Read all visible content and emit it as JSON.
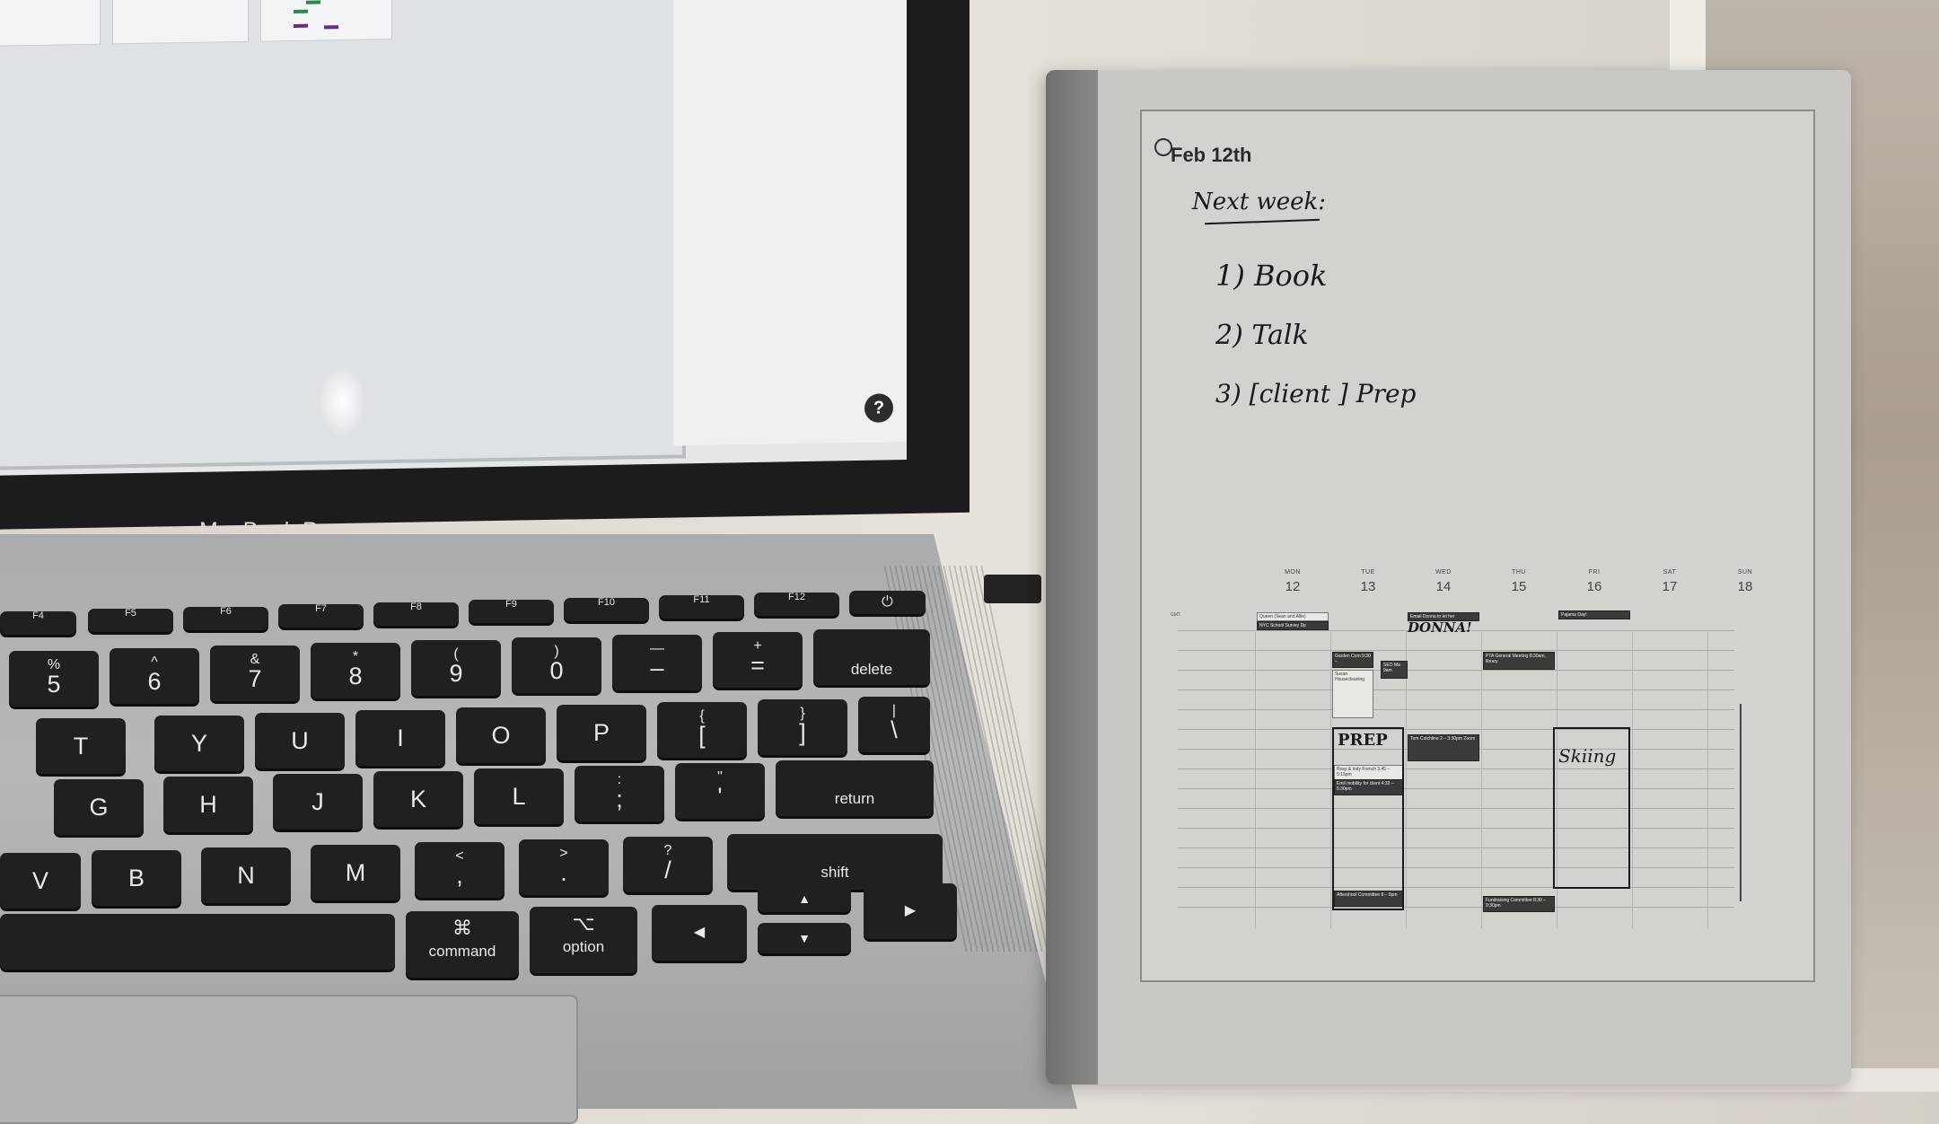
{
  "laptop": {
    "brand": "MacBook Pro",
    "help_button": "?"
  },
  "keyboard": {
    "fn_row": [
      "F4",
      "F5",
      "F6",
      "F7",
      "F8",
      "F9",
      "F10",
      "F11",
      "F12"
    ],
    "num_row": [
      {
        "top": "%",
        "bottom": "5"
      },
      {
        "top": "^",
        "bottom": "6"
      },
      {
        "top": "&",
        "bottom": "7"
      },
      {
        "top": "*",
        "bottom": "8"
      },
      {
        "top": "(",
        "bottom": "9"
      },
      {
        "top": ")",
        "bottom": "0"
      },
      {
        "top": "—",
        "bottom": "–"
      },
      {
        "top": "+",
        "bottom": "="
      }
    ],
    "delete": "delete",
    "top_row": [
      "T",
      "Y",
      "U",
      "I",
      "O",
      "P"
    ],
    "brackets": [
      {
        "top": "{",
        "bottom": "["
      },
      {
        "top": "}",
        "bottom": "]"
      },
      {
        "top": "|",
        "bottom": "\\"
      }
    ],
    "home_row": [
      "G",
      "H",
      "J",
      "K",
      "L"
    ],
    "home_punct": [
      {
        "top": ":",
        "bottom": ";"
      },
      {
        "top": "\"",
        "bottom": "'"
      }
    ],
    "return": "return",
    "bottom_row": [
      "V",
      "B",
      "N",
      "M"
    ],
    "bottom_punct": [
      {
        "top": "<",
        "bottom": ","
      },
      {
        "top": ">",
        "bottom": "."
      },
      {
        "top": "?",
        "bottom": "/"
      }
    ],
    "shift": "shift",
    "command_symbol": "⌘",
    "command": "command",
    "option_symbol": "⌥",
    "option": "option",
    "arrows": {
      "left": "◀",
      "up": "▲",
      "down": "▼",
      "right": "▶"
    }
  },
  "tablet": {
    "date_title": "Feb 12th",
    "heading": "Next week:",
    "items": [
      "1) Book",
      "2) Talk",
      "3) [client ] Prep"
    ],
    "calendar": {
      "days": [
        {
          "name": "MON",
          "num": "12"
        },
        {
          "name": "TUE",
          "num": "13"
        },
        {
          "name": "WED",
          "num": "14"
        },
        {
          "name": "THU",
          "num": "15"
        },
        {
          "name": "FRI",
          "num": "16"
        },
        {
          "name": "SAT",
          "num": "17"
        },
        {
          "name": "SUN",
          "num": "18"
        }
      ],
      "allday_label": "GMT",
      "allday_events": [
        {
          "day": 0,
          "text": "Queen (Sean and Allie)"
        },
        {
          "day": 0,
          "text": "NYC School Survey Dp"
        },
        {
          "day": 2,
          "text": "Email Donna to let her"
        },
        {
          "day": 4,
          "text": "Pajama Day!"
        }
      ],
      "handwritten_donna": "DONNA!",
      "prep_label": "PREP",
      "skiing_label": "Skiing",
      "events": [
        {
          "text": "Garden Com 9:30 –"
        },
        {
          "text": "Susan Housecleaning"
        },
        {
          "text": "SEO Ma 9am"
        },
        {
          "text": "PTA General Meeting 8:30am, library"
        },
        {
          "text": "Tom Cotchline 2 – 3:30pm Zoom"
        },
        {
          "text": "Rosy & Indy French 3:45 – 5:15pm"
        },
        {
          "text": "Emil mobility for client 4:30 – 5:30pm"
        },
        {
          "text": "Aftershool Committee 8 – 9pm"
        },
        {
          "text": "Fundraising Committee 8:30 – 9:30pm"
        }
      ]
    }
  }
}
